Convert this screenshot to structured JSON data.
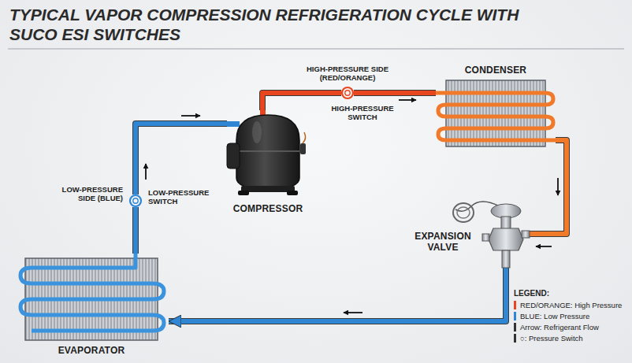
{
  "diagram": {
    "title": "TYPICAL VAPOR COMPRESSION REFRIGERATION CYCLE WITH SUCO ESI SWITCHES",
    "nodes": [
      {
        "text": [
          "COMPRESSOR"
        ]
      },
      {
        "text": [
          "HIGH-PRESSURE SIDE (RED/ORANGE)",
          "HIGH-PRESSURE SWITCH"
        ]
      },
      {
        "text": [
          "CONDENSER"
        ]
      },
      {
        "text": [
          "EXPANSION VALVE"
        ]
      },
      {
        "text": [
          "EVAPORATOR"
        ]
      },
      {
        "text": [
          "LOW-PRESSURE SIDE (BLUE)",
          "LOW-PRESSURE SWITCH"
        ]
      }
    ],
    "edges": [
      {
        "from": 0,
        "to": 1,
        "arrow": "none"
      },
      {
        "from": 1,
        "to": 2,
        "arrow": "none"
      },
      {
        "from": 2,
        "to": 3,
        "arrow": "none"
      },
      {
        "from": 3,
        "to": 4,
        "arrow": "to"
      },
      {
        "from": 4,
        "to": 5,
        "arrow": "none"
      },
      {
        "from": 5,
        "to": 0,
        "arrow": "none"
      }
    ],
    "labels": [
      "LEGEND:"
    ],
    "legend": [
      {
        "text": "RED/ORANGE: High Pressure",
        "color": "#e8461e"
      },
      {
        "text": "BLUE: Low Pressure",
        "color": "#2e86d4"
      },
      {
        "text": "Arrow: Refrigerant Flow"
      },
      {
        "text": "○: Pressure Switch"
      }
    ]
  }
}
